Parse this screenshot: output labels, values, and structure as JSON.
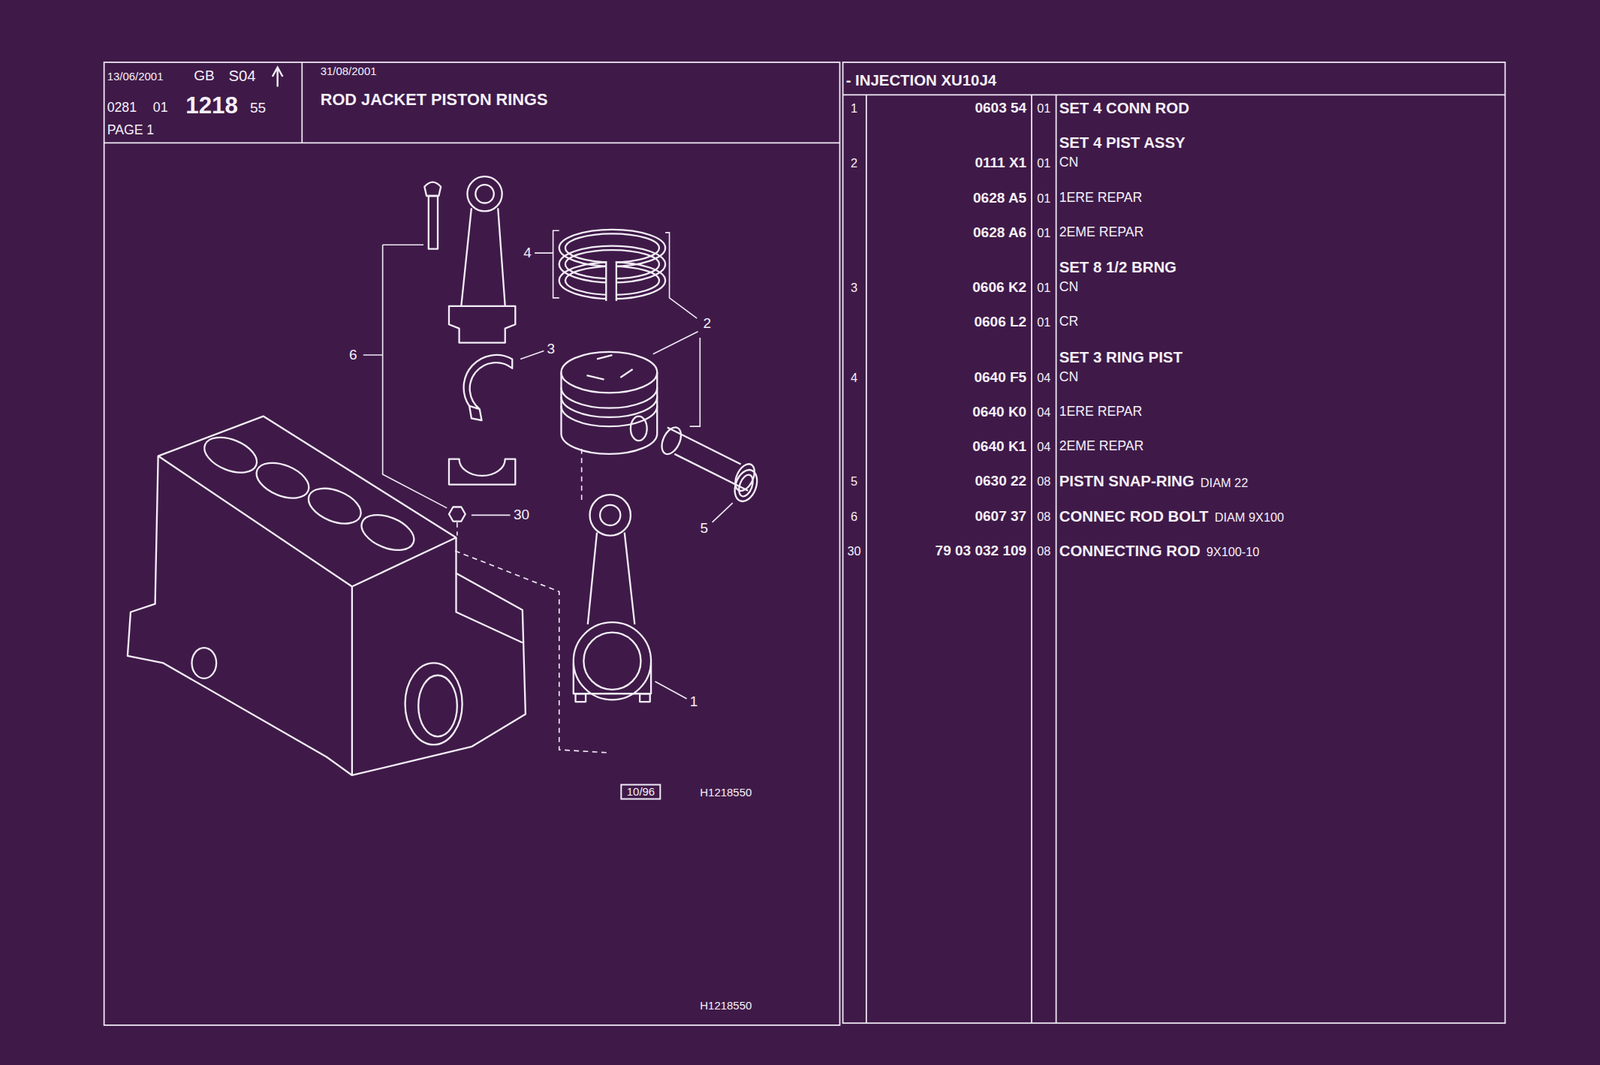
{
  "diagram": {
    "title": "ROD JACKET PISTON RINGS",
    "labels": [
      "13/06/2001",
      "GB",
      "S04",
      "0281",
      "01",
      "1218",
      "55",
      "PAGE 1",
      "31/08/2001",
      "- INJECTION XU10J4",
      "1",
      "0603 54",
      "01",
      "SET 4 CONN ROD",
      "SET 4 PIST ASSY",
      "2",
      "0111 X1",
      "01",
      "CN",
      "0628 A5",
      "01",
      "1ERE REPAR",
      "0628 A6",
      "01",
      "2EME REPAR",
      "SET 8 1/2 BRNG",
      "3",
      "0606 K2",
      "01",
      "CN",
      "0606 L2",
      "01",
      "CR",
      "SET 3 RING PIST",
      "4",
      "0640 F5",
      "04",
      "CN",
      "0640 K0",
      "04",
      "1ERE REPAR",
      "0640 K1",
      "04",
      "2EME REPAR",
      "5",
      "0630 22",
      "08",
      "PISTN SNAP-RING",
      "DIAM 22",
      "6",
      "0607 37",
      "08",
      "CONNEC ROD BOLT",
      "DIAM 9X100",
      "30",
      "79 03 032 109",
      "08",
      "CONNECTING ROD",
      "9X100-10",
      "4",
      "2",
      "3",
      "6",
      "30",
      "5",
      "1",
      "10/96",
      "H1218550",
      "H1218550"
    ]
  }
}
